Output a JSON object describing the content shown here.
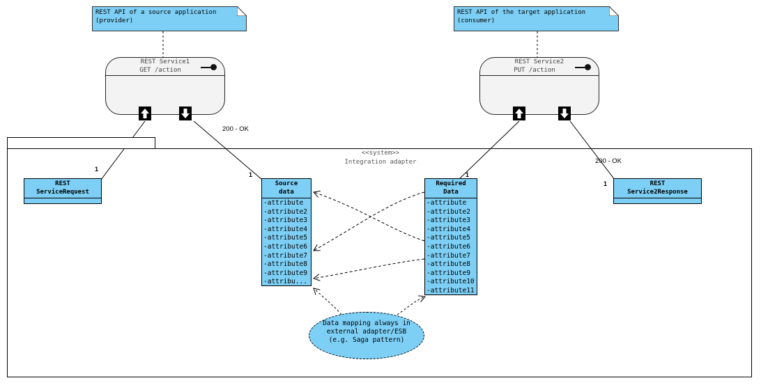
{
  "notes": {
    "source": {
      "line1": "REST API of a source application",
      "line2": "(provider)"
    },
    "target": {
      "line1": "REST API of the target application",
      "line2": "(consumer)"
    }
  },
  "services": {
    "s1": {
      "name": "REST Service1",
      "op": "GET /action"
    },
    "s2": {
      "name": "REST Service2",
      "op": "PUT /action"
    }
  },
  "system": {
    "stereotype": "<<system>>",
    "name": "Integration adapter"
  },
  "classes": {
    "rest_request": {
      "line1": "REST",
      "line2": "ServiceRequest"
    },
    "source": {
      "line1": "Source",
      "line2": "data",
      "attributes": [
        "-attribute",
        "-attribute2",
        "-attribute3",
        "-attribute4",
        "-attribute5",
        "-attribute6",
        "-attribute7",
        "-attribute8",
        "-attribute9",
        "-attribu..."
      ]
    },
    "required": {
      "line1": "Required",
      "line2": "Data",
      "attributes": [
        "-attribute",
        "-attribute2",
        "-attribute3",
        "-attribute4",
        "-attribute5",
        "-attribute6",
        "-attribute7",
        "-attribute8",
        "-attribute9",
        "-attribute10",
        "-attribute11"
      ]
    },
    "rest_response": {
      "line1": "REST",
      "line2": "Service2Response"
    }
  },
  "labels": {
    "ok1": "200 - OK",
    "ok2": "200 - OK",
    "m_req": "1",
    "m_src": "1",
    "m_reqd": "1",
    "m_resp": "1"
  },
  "mapping": {
    "line1": "Data mapping always in",
    "line2": "external adapter/ESB",
    "line3": "(e.g. Saga pattern)"
  },
  "colors": {
    "fill": "#7dcff5",
    "service": "#f3f3f3",
    "line": "#000000"
  }
}
